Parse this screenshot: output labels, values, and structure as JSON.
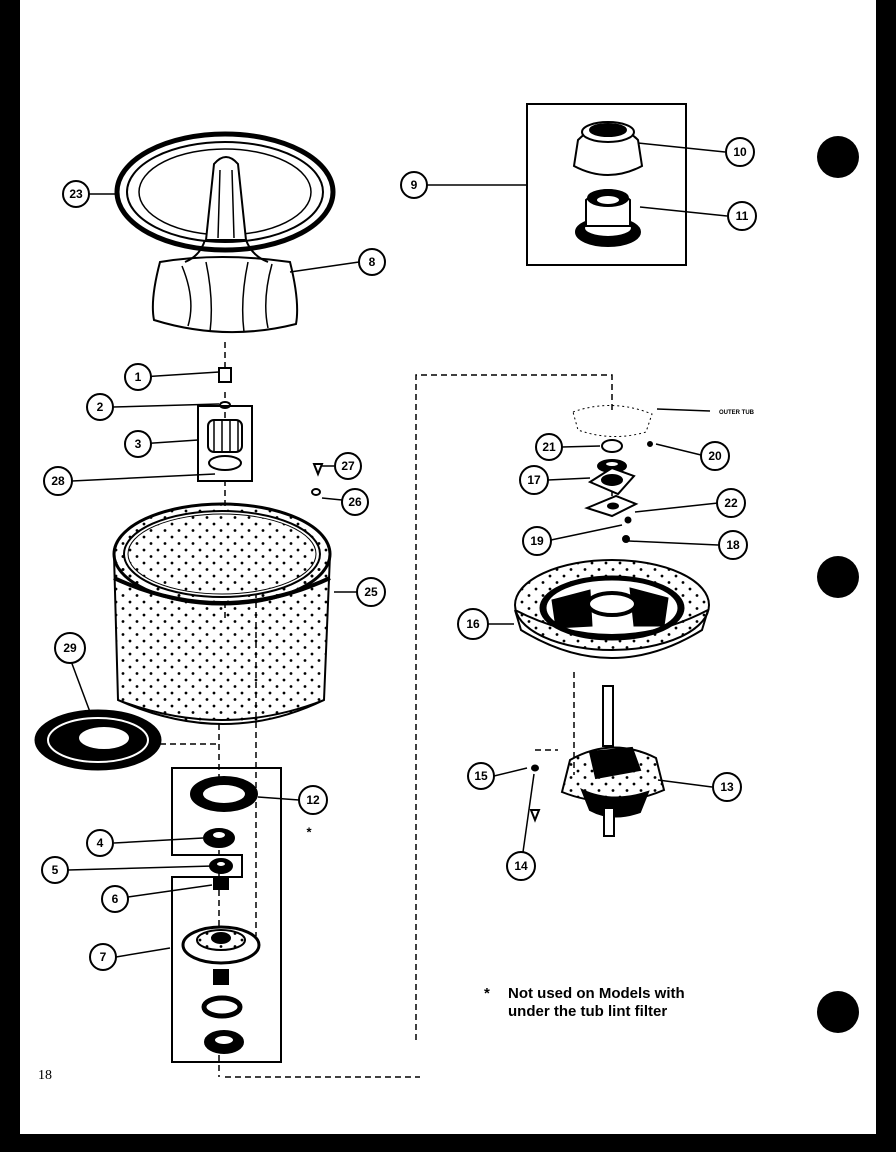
{
  "callouts": [
    {
      "label": "1"
    },
    {
      "label": "2"
    },
    {
      "label": "3"
    },
    {
      "label": "4"
    },
    {
      "label": "5"
    },
    {
      "label": "6"
    },
    {
      "label": "7"
    },
    {
      "label": "8"
    },
    {
      "label": "9"
    },
    {
      "label": "10"
    },
    {
      "label": "11"
    },
    {
      "label": "12"
    },
    {
      "label": "13"
    },
    {
      "label": "14"
    },
    {
      "label": "15"
    },
    {
      "label": "16"
    },
    {
      "label": "17"
    },
    {
      "label": "18"
    },
    {
      "label": "19"
    },
    {
      "label": "20"
    },
    {
      "label": "21"
    },
    {
      "label": "22"
    },
    {
      "label": "23"
    },
    {
      "label": "25"
    },
    {
      "label": "26"
    },
    {
      "label": "27"
    },
    {
      "label": "28"
    },
    {
      "label": "29"
    }
  ],
  "labels": {
    "outer_tub": "OUTER TUB",
    "asterisk": "*"
  },
  "note": {
    "star": "*",
    "line1": "Not used on Models with",
    "line2": "under the tub lint filter"
  },
  "page_number": "18"
}
